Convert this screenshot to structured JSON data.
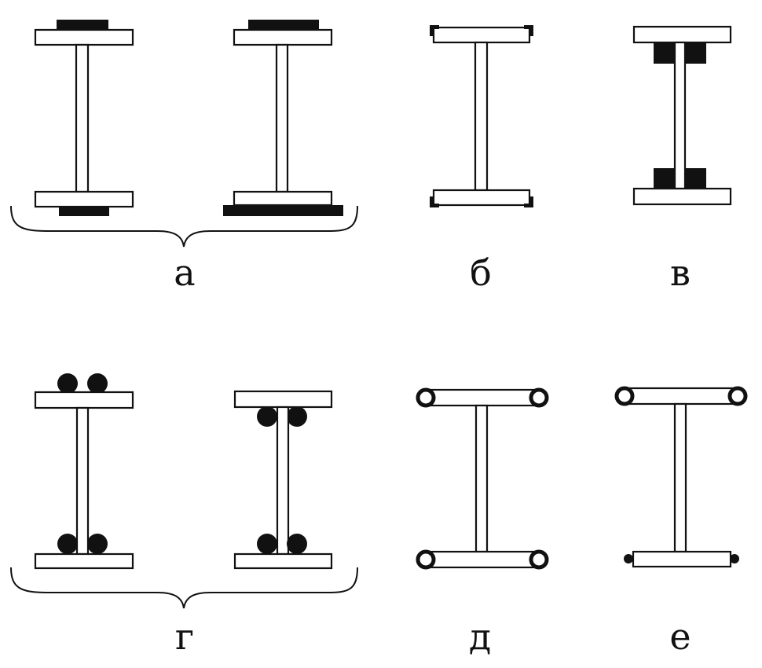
{
  "labels": {
    "a": "а",
    "b": "б",
    "v": "в",
    "g": "г",
    "d": "д",
    "e": "е"
  },
  "colors": {
    "line": "#111111",
    "fill": "#ffffff",
    "reinforcement": "#111111"
  }
}
